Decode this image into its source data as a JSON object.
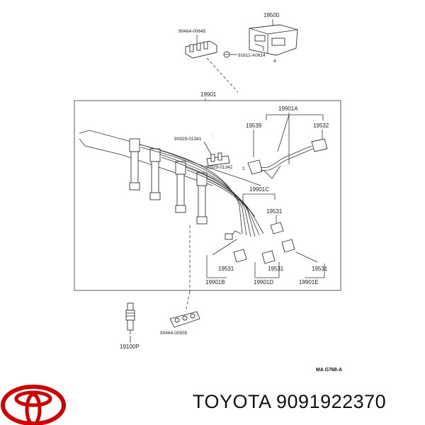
{
  "diagram": {
    "labels": {
      "coil_part": "19500",
      "bracket_top": "90464-00645",
      "bolt": "91611-A0614",
      "coil_marker": "4",
      "set_main": "19901",
      "set_a": "19901A",
      "part_19539": "19539",
      "part_19532": "19532",
      "clamp_1": "90929-01341",
      "clamp_2": "90929-01342",
      "set_c": "19901C",
      "part_19531_a": "19531",
      "part_19531_b": "19531",
      "part_19531_c": "19531",
      "part_19531_d": "19531",
      "set_b": "19901B",
      "set_d": "19901D",
      "set_e": "19901E",
      "bracket_bottom": "90464-00555",
      "spark_plug": "19100P",
      "ref_code": "MA G768-A",
      "marker_2": "2"
    }
  },
  "brand": {
    "logo_name": "toyota-logo",
    "text": "TOYOTA 9091922370",
    "logo_color": "#cc0000"
  }
}
